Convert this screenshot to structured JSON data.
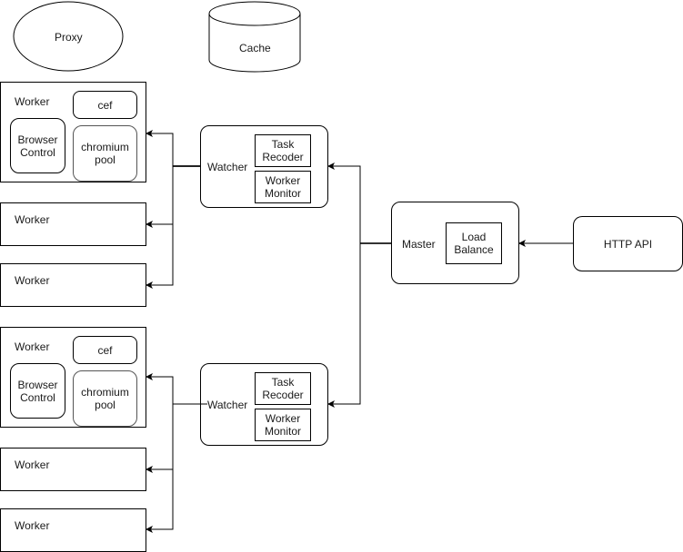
{
  "diagram": {
    "proxy": "Proxy",
    "cache": "Cache",
    "master": {
      "label": "Master",
      "inner": "Load\nBalance"
    },
    "http_api": "HTTP API",
    "watchers": [
      {
        "label": "Watcher",
        "task": "Task\nRecoder",
        "monitor": "Worker\nMonitor"
      },
      {
        "label": "Watcher",
        "task": "Task\nRecoder",
        "monitor": "Worker\nMonitor"
      }
    ],
    "worker_groups": [
      {
        "detailed": {
          "label": "Worker",
          "cef": "cef",
          "browser_control": "Browser\nControl",
          "chromium_pool": "chromium\npool"
        },
        "workers": [
          "Worker",
          "Worker"
        ]
      },
      {
        "detailed": {
          "label": "Worker",
          "cef": "cef",
          "browser_control": "Browser\nControl",
          "chromium_pool": "chromium\npool"
        },
        "workers": [
          "Worker",
          "Worker"
        ]
      }
    ]
  }
}
